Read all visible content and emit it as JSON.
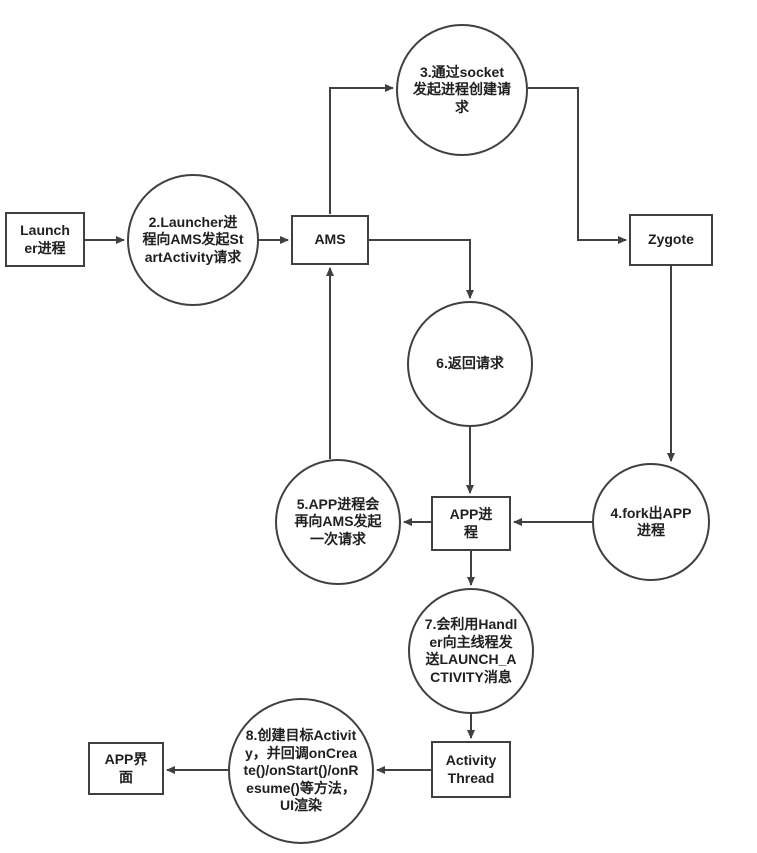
{
  "diagram": {
    "title": "App startup flow diagram",
    "nodes": {
      "launcher": {
        "label": "Launcher进程"
      },
      "step2_circle": {
        "label": "2.Launcher进程向AMS发起StartActivity请求"
      },
      "ams": {
        "label": "AMS"
      },
      "step3_circle": {
        "label": "3.通过socket发起进程创建请求"
      },
      "zygote": {
        "label": "Zygote"
      },
      "step6_circle": {
        "label": "6.返回请求"
      },
      "step5_circle": {
        "label": "5.APP进程会再向AMS发起一次请求"
      },
      "app_process": {
        "label": "APP进程"
      },
      "step4_circle": {
        "label": "4.fork出APP进程"
      },
      "step7_circle": {
        "label": "7.会利用Handler向主线程发送LAUNCH_ACTIVITY消息"
      },
      "activity_thread": {
        "label": "Activity Thread"
      },
      "step8_circle": {
        "label": "8.创建目标Activity，并回调onCreate()/onStart()/onResume()等方法，UI渲染"
      },
      "app_ui": {
        "label": "APP界面"
      }
    },
    "edges": [
      {
        "from": "launcher",
        "to": "step2_circle"
      },
      {
        "from": "step2_circle",
        "to": "ams"
      },
      {
        "from": "ams",
        "to": "step3_circle"
      },
      {
        "from": "step3_circle",
        "to": "zygote"
      },
      {
        "from": "zygote",
        "to": "step4_circle"
      },
      {
        "from": "step4_circle",
        "to": "app_process"
      },
      {
        "from": "ams",
        "to": "step6_circle"
      },
      {
        "from": "step6_circle",
        "to": "app_process"
      },
      {
        "from": "app_process",
        "to": "step5_circle"
      },
      {
        "from": "step5_circle",
        "to": "ams"
      },
      {
        "from": "app_process",
        "to": "step7_circle"
      },
      {
        "from": "step7_circle",
        "to": "activity_thread"
      },
      {
        "from": "activity_thread",
        "to": "step8_circle"
      },
      {
        "from": "step8_circle",
        "to": "app_ui"
      }
    ],
    "colors": {
      "stroke": "#404040",
      "fill": "#ffffff",
      "text": "#202020"
    }
  }
}
